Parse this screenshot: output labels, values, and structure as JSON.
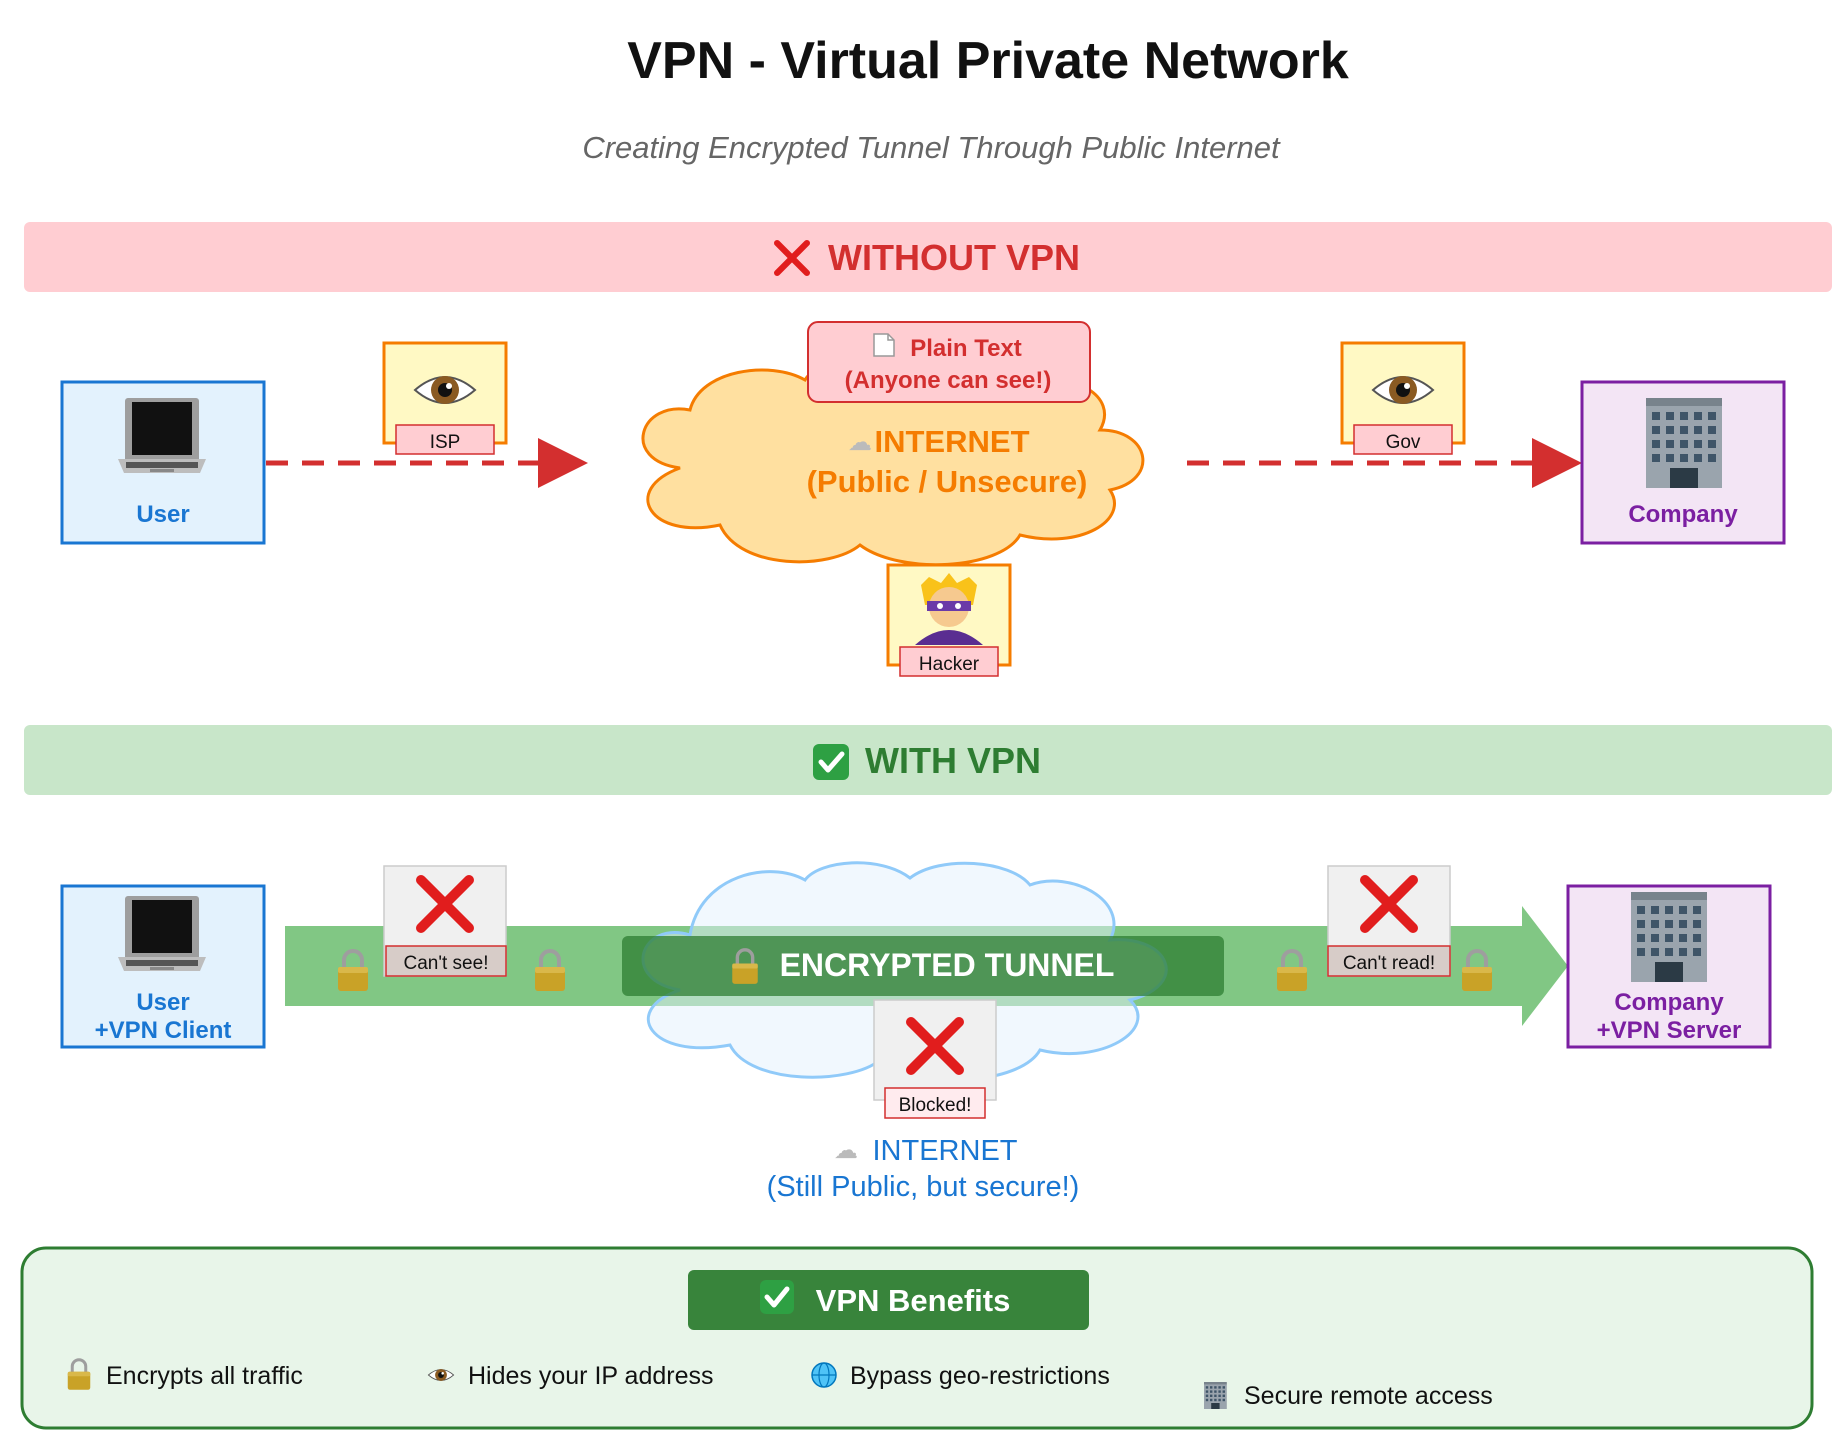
{
  "header": {
    "title": "VPN - Virtual Private Network",
    "subtitle": "Creating Encrypted Tunnel Through Public Internet"
  },
  "without_vpn": {
    "banner": "WITHOUT VPN",
    "banner_icon": "cross-mark-icon",
    "user": {
      "icon": "laptop-icon",
      "label": "User"
    },
    "company": {
      "icon": "office-building-icon",
      "label": "Company"
    },
    "internet": {
      "icon": "cloud-icon",
      "title": "INTERNET",
      "subtitle": "(Public / Unsecure)"
    },
    "plain_text": {
      "icon": "page-icon",
      "line1": "Plain Text",
      "line2": "(Anyone can see!)"
    },
    "observers": [
      {
        "icon": "eye-icon",
        "label": "ISP"
      },
      {
        "icon": "eye-icon",
        "label": "Gov"
      },
      {
        "icon": "masked-hacker-icon",
        "label": "Hacker"
      }
    ]
  },
  "with_vpn": {
    "banner": "WITH VPN",
    "banner_icon": "check-mark-icon",
    "user": {
      "icon": "laptop-icon",
      "line1": "User",
      "line2": "+VPN Client"
    },
    "company": {
      "icon": "office-building-icon",
      "line1": "Company",
      "line2": "+VPN Server"
    },
    "tunnel": {
      "icon": "locked-with-key-icon",
      "label": "ENCRYPTED TUNNEL"
    },
    "internet": {
      "icon": "cloud-icon",
      "title": "INTERNET",
      "subtitle": "(Still Public, but secure!)"
    },
    "blocked": [
      {
        "icon": "cross-mark-icon",
        "label": "Can't see!"
      },
      {
        "icon": "cross-mark-icon",
        "label": "Can't read!"
      },
      {
        "icon": "cross-mark-icon",
        "label": "Blocked!"
      }
    ],
    "lock_icon": "padlock-icon"
  },
  "benefits": {
    "title": "VPN Benefits",
    "title_icon": "check-mark-icon",
    "items": [
      {
        "icon": "locked-with-key-icon",
        "label": "Encrypts all traffic"
      },
      {
        "icon": "eye-icon",
        "label": "Hides your IP address"
      },
      {
        "icon": "globe-icon",
        "label": "Bypass geo-restrictions"
      },
      {
        "icon": "office-building-icon",
        "label": "Secure remote access"
      }
    ]
  },
  "colors": {
    "danger": "#d32f2f",
    "danger_bg": "#ffcdd2",
    "success": "#2e7d32",
    "success_bg": "#c8e6c9",
    "user_blue": "#1976d2",
    "company_purple": "#7b1fa2",
    "internet_orange": "#f57c00",
    "cloud_fill": "#ffe0a0",
    "tunnel_green": "#81c784",
    "cloud_blue_stroke": "#90caf9",
    "cloud_blue_fill": "#e3f2fd",
    "benefits_bg": "#e8f5e9"
  }
}
